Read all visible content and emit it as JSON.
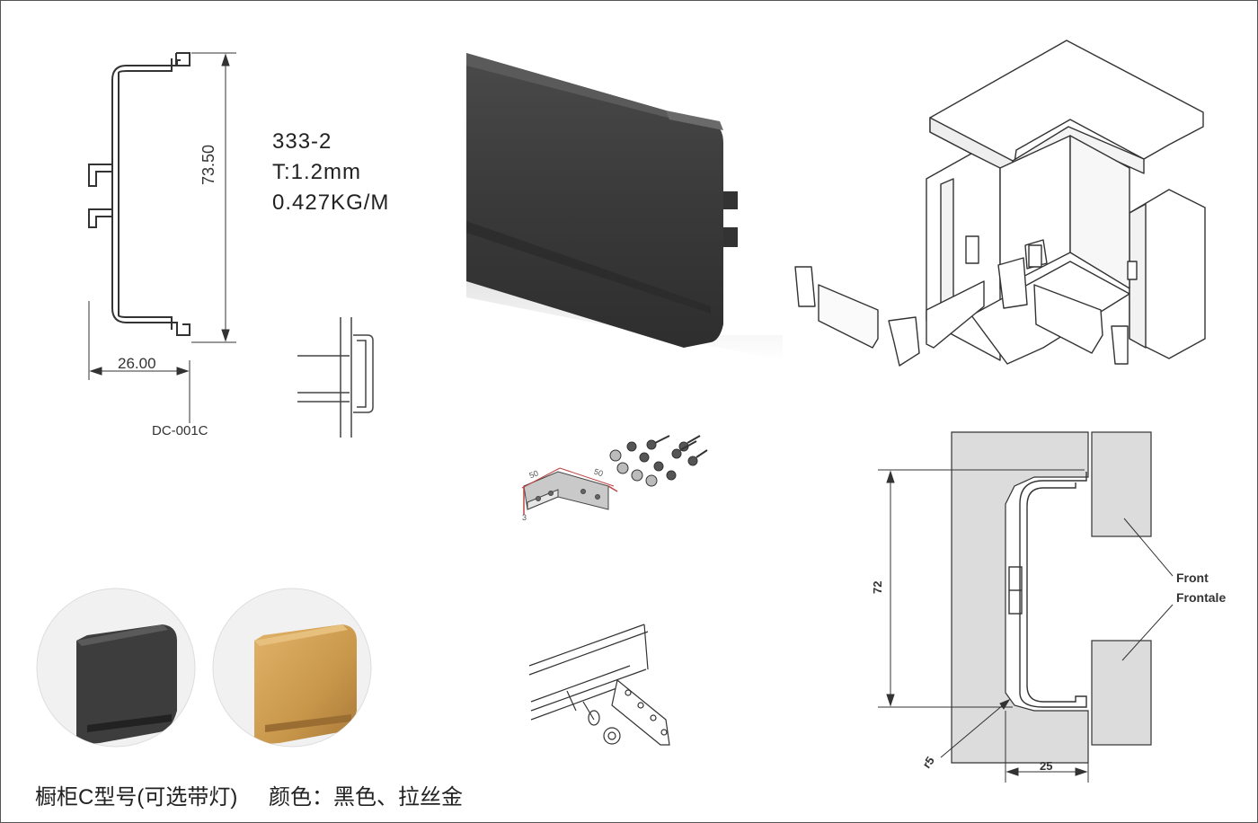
{
  "profile": {
    "model": "333-2",
    "thickness": "T:1.2mm",
    "weight": "0.427KG/M",
    "code": "DC-001C",
    "height_dim": "73.50",
    "width_dim": "26.00"
  },
  "bracket": {
    "dim_a": "50",
    "dim_b": "50",
    "dim_c": "3"
  },
  "section_drawing": {
    "height_dim": "72",
    "width_dim": "25",
    "radius_dim": "r5",
    "label_en": "Front",
    "label_it": "Frontale"
  },
  "caption": {
    "product": "橱柜C型号(可选带灯)",
    "colors": "颜色：黑色、拉丝金"
  },
  "colors": {
    "black_finish": "#3d3d3d",
    "gold_finish": "#c8974a",
    "panel_grey": "#dcdcdc"
  }
}
